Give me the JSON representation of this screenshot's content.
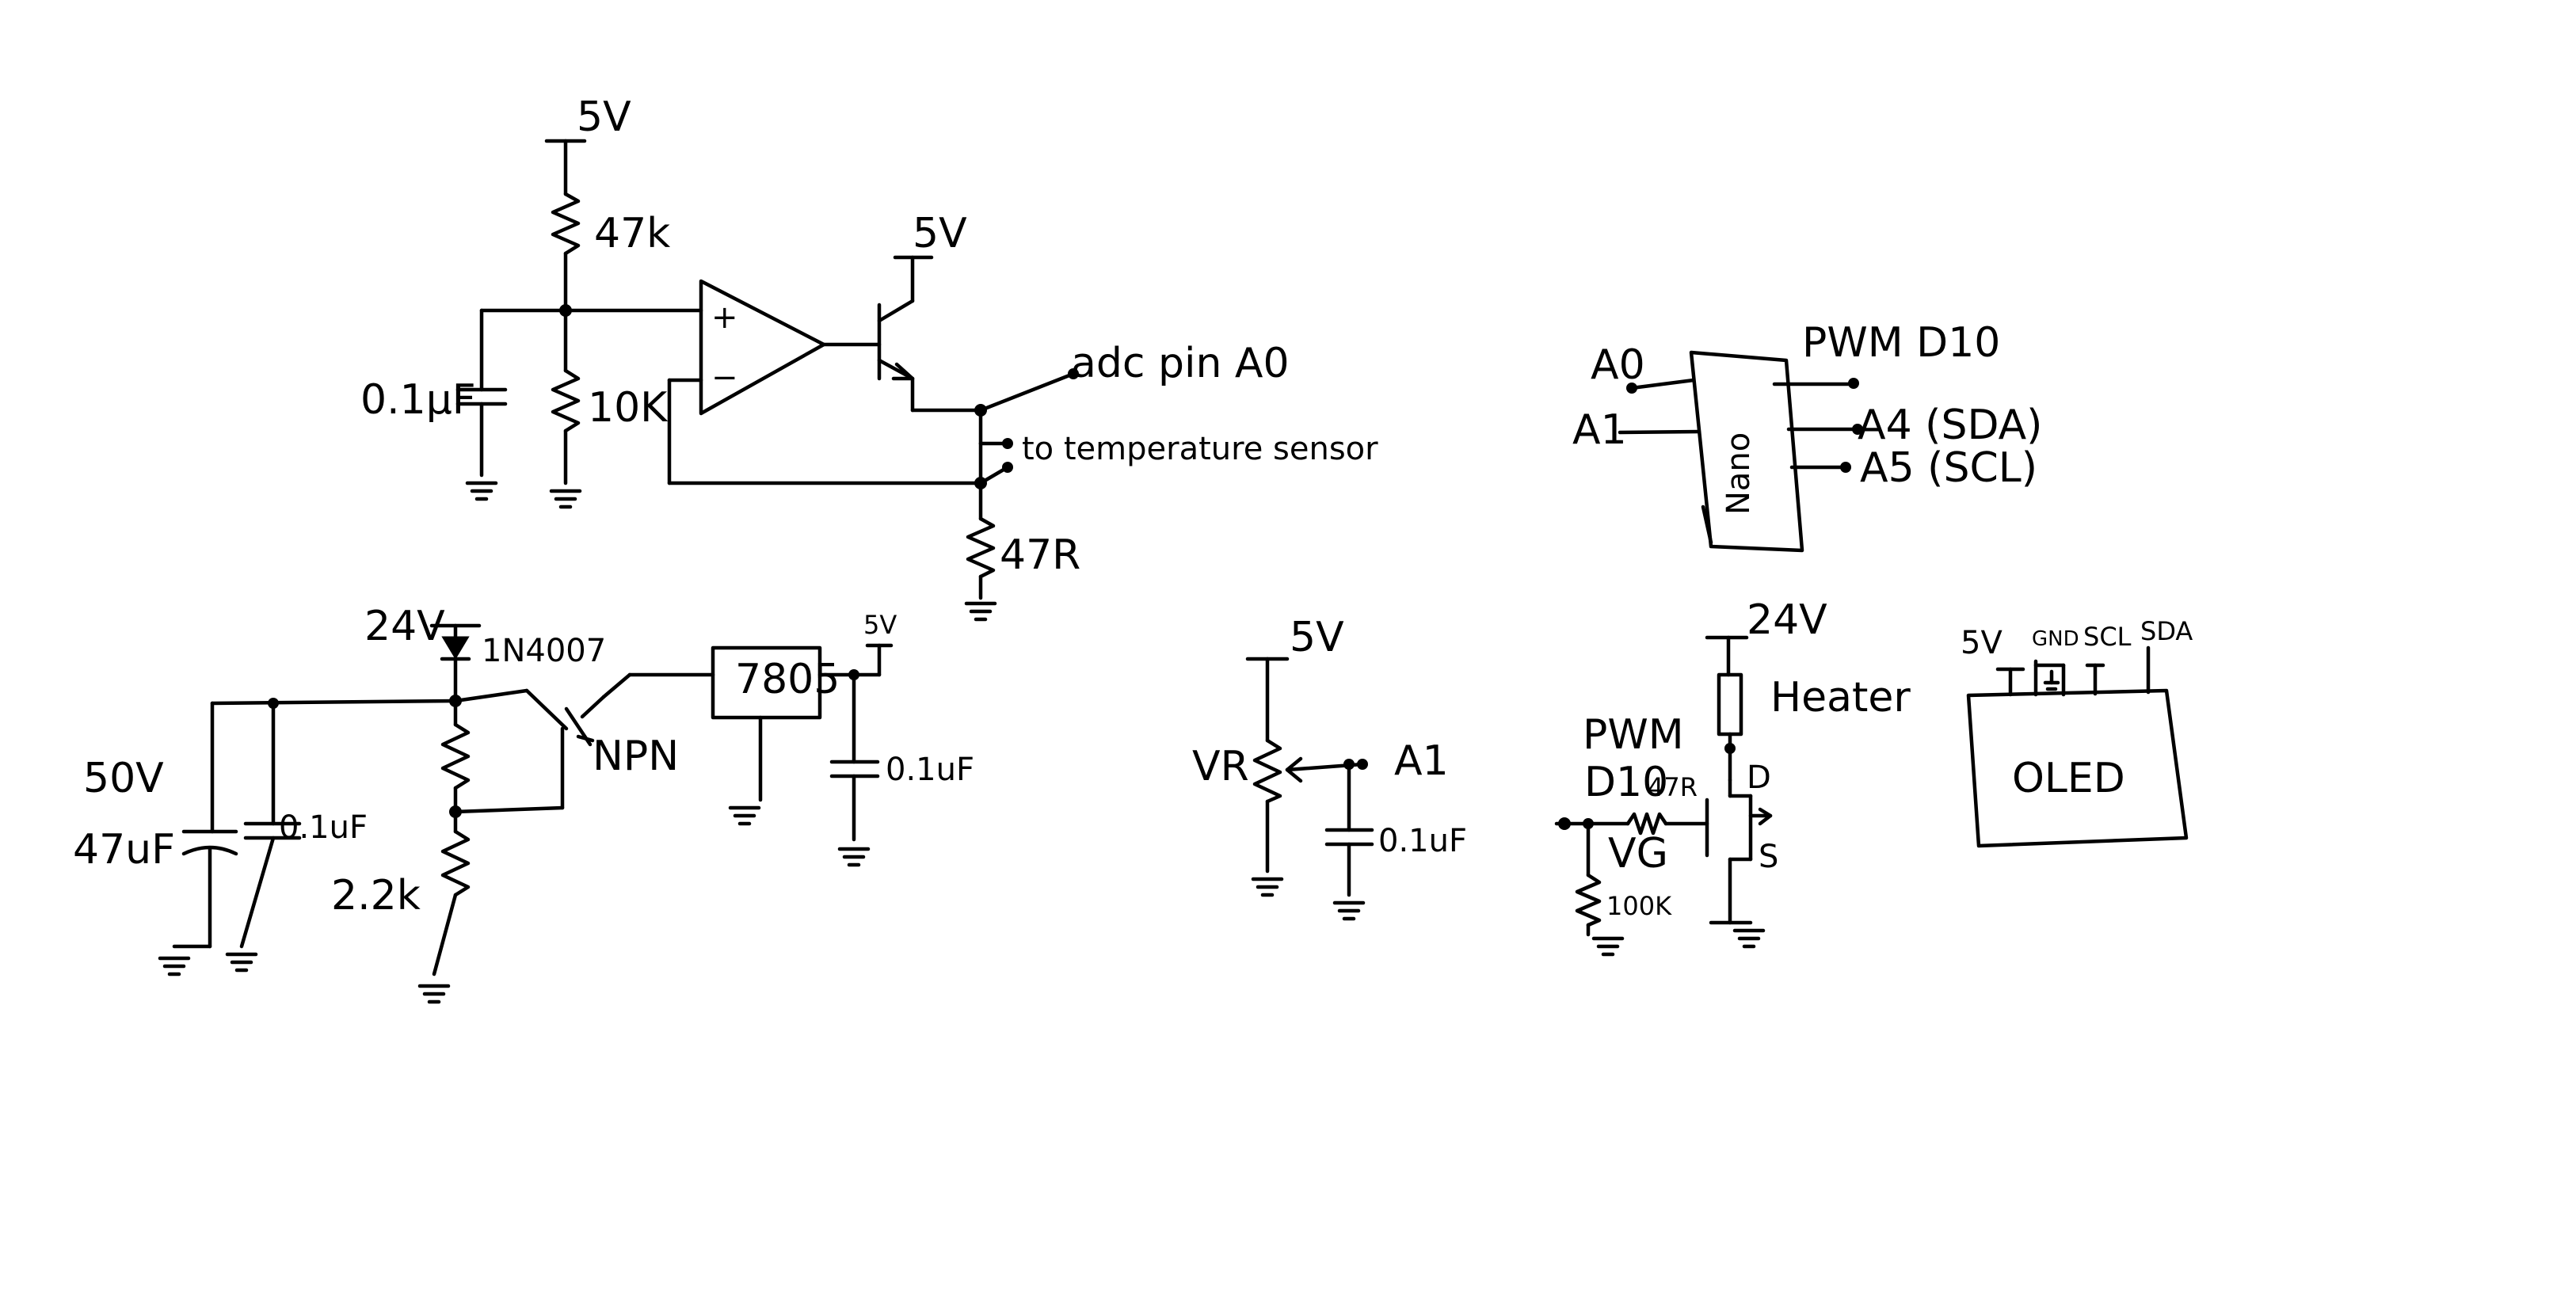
{
  "sensor_circuit": {
    "supply_top": "5V",
    "r_top": "47k",
    "cap": "0.1µF",
    "r_bottom": "10K",
    "opamp_plus": "+",
    "opamp_minus": "−",
    "supply_transistor": "5V",
    "adc": "adc pin A0",
    "temp_sensor": "to temperature sensor",
    "r_sense": "47R"
  },
  "nano": {
    "chip": "Nano",
    "a0": "A0",
    "a1": "A1",
    "pwm": "PWM D10",
    "a4": "A4 (SDA)",
    "a5": "A5 (SCL)"
  },
  "power_supply": {
    "in": "24V",
    "diode": "1N4007",
    "cap_rating": "50V",
    "cap_big": "47uF",
    "cap_small": "0.1uF",
    "npn": "NPN",
    "r_bias": "2.2k",
    "regulator": "7805",
    "out": "5V",
    "cap_out": "0.1uF"
  },
  "pot_circuit": {
    "supply": "5V",
    "pot": "VR",
    "out": "A1",
    "cap": "0.1uF"
  },
  "heater_circuit": {
    "supply": "24V",
    "heater": "Heater",
    "pwm": "PWM",
    "d10": "D10",
    "r_gate": "47R",
    "vg": "VG",
    "r_pulldown": "100K",
    "drain": "D",
    "source": "S"
  },
  "oled": {
    "label": "OLED",
    "pin_5v": "5V",
    "pin_gnd": "GND",
    "pin_scl": "SCL",
    "pin_sda": "SDA"
  }
}
